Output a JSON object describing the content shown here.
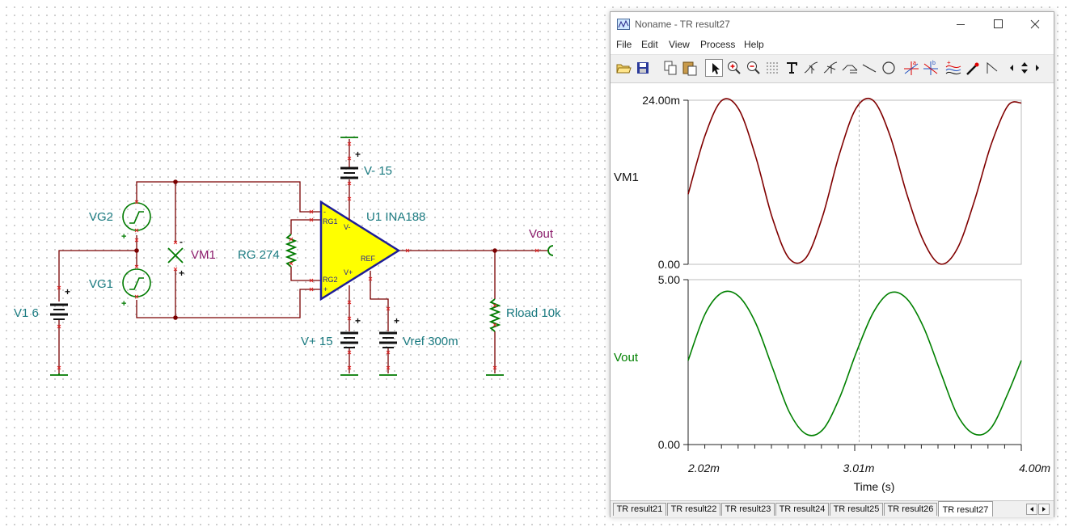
{
  "schematic": {
    "labels": {
      "v_minus": "V- 15",
      "v_plus": "V+ 15",
      "v1": "V1 6",
      "vg2": "VG2",
      "vg1": "VG1",
      "vm1": "VM1",
      "rg": "RG 274",
      "u1": "U1 INA188",
      "vout": "Vout",
      "rload": "Rload 10k",
      "vref": "Vref 300m",
      "pin_rg1": "RG1",
      "pin_rg2": "RG2",
      "pin_vminus": "V-",
      "pin_vplus": "V+",
      "pin_ref": "REF",
      "sign_minus": "-",
      "sign_plus": "+",
      "vm1_minus": "-",
      "vm1_plus": "+",
      "plus": "+"
    },
    "colors": {
      "wire": "#7a0000",
      "component": "#007a00",
      "label": "#1a7a80",
      "meter_label": "#8a1a6a",
      "opamp_fill": "#ffff00",
      "opamp_stroke": "#1e1e96"
    }
  },
  "window": {
    "title": "Noname - TR result27",
    "menu": [
      "File",
      "Edit",
      "View",
      "Process",
      "Help"
    ],
    "toolbar_icons": [
      "open-icon",
      "save-icon",
      "copy-icon",
      "paste-icon",
      "pointer-icon",
      "zoom-in-icon",
      "zoom-out-icon",
      "grid-icon",
      "text-icon",
      "cursor-a-icon",
      "cursor-b-icon",
      "line-graph-icon",
      "line-icon",
      "circle-icon",
      "marker-a-icon",
      "marker-b-icon",
      "curves-icon",
      "probe-icon",
      "ramp-icon",
      "scroll-left-icon",
      "scroll-updown-icon",
      "scroll-right-icon"
    ],
    "tabs": [
      "TR result21",
      "TR result22",
      "TR result23",
      "TR result24",
      "TR result25",
      "TR result26",
      "TR result27"
    ],
    "active_tab": "TR result27"
  },
  "chart_data": [
    {
      "type": "line",
      "series": [
        {
          "name": "VM1",
          "color": "#800000",
          "x": [
            2.02,
            2.12,
            2.22,
            2.32,
            2.42,
            2.52,
            2.62,
            2.72,
            2.82,
            2.92,
            3.02,
            3.12,
            3.22,
            3.32,
            3.42,
            3.52,
            3.62,
            3.72,
            3.82,
            3.92,
            4.0
          ],
          "values": [
            10.25,
            18.8,
            23.95,
            22.72,
            15.88,
            6.82,
            0.88,
            0.95,
            7.1,
            16.2,
            22.9,
            23.95,
            18.8,
            10.25,
            3.35,
            0.03,
            2.3,
            9.15,
            17.45,
            23.2,
            23.6
          ]
        }
      ],
      "ylabel": "VM1",
      "yticks": [
        "24.00m",
        "0.00"
      ],
      "ylim": [
        0,
        24
      ],
      "xlim": [
        2.02,
        4.0
      ],
      "grid": "vertical dashed at 3.01m"
    },
    {
      "type": "line",
      "series": [
        {
          "name": "Vout",
          "color": "#008000",
          "x": [
            2.02,
            2.12,
            2.22,
            2.32,
            2.42,
            2.52,
            2.62,
            2.72,
            2.82,
            2.92,
            3.02,
            3.12,
            3.22,
            3.32,
            3.42,
            3.52,
            3.62,
            3.72,
            3.82,
            3.92,
            4.0
          ],
          "values": [
            2.55,
            3.95,
            4.6,
            4.5,
            3.7,
            2.35,
            1.0,
            0.32,
            0.45,
            1.42,
            2.8,
            4.0,
            4.6,
            4.42,
            3.55,
            2.2,
            0.9,
            0.32,
            0.5,
            1.55,
            2.55
          ]
        }
      ],
      "ylabel": "Vout",
      "yticks": [
        "5.00",
        "0.00"
      ],
      "ylim": [
        0,
        5
      ],
      "xlim": [
        2.02,
        4.0
      ]
    }
  ],
  "axis": {
    "xticks": [
      "2.02m",
      "3.01m",
      "4.00m"
    ],
    "xlabel": "Time (s)"
  }
}
